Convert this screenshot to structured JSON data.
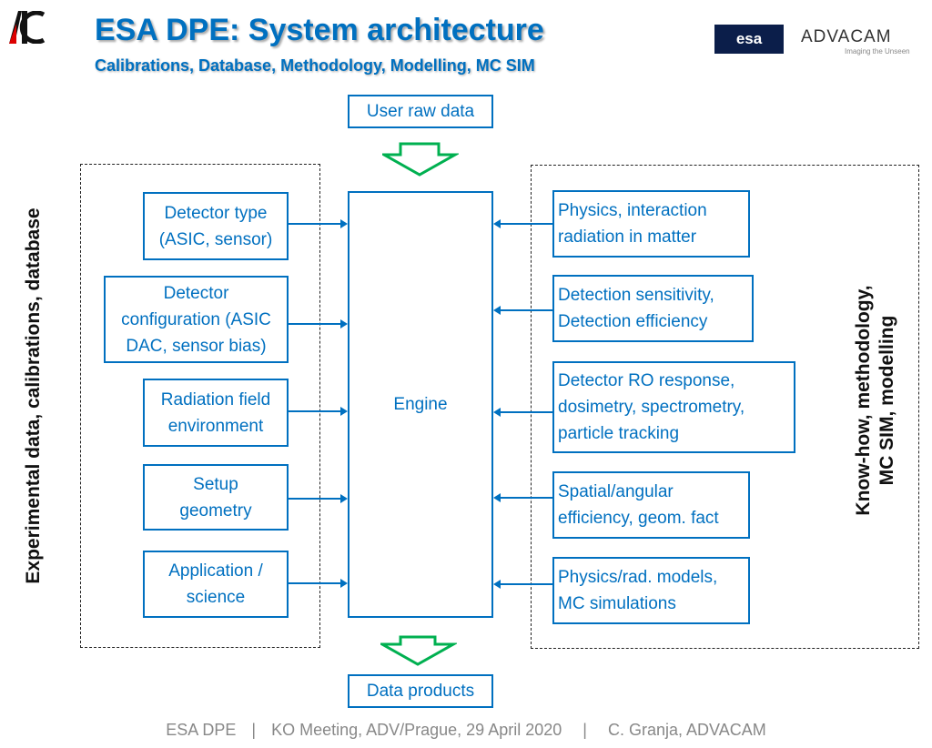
{
  "header": {
    "title": "ESA DPE: System architecture",
    "subtitle": "Calibrations, Database, Methodology, Modelling, MC SIM",
    "logo_left": "AC",
    "logo_esa": "esa",
    "logo_advacam": "ADVACAM",
    "advacam_tagline": "Imaging the Unseen"
  },
  "diagram": {
    "input": "User raw data",
    "engine": "Engine",
    "output": "Data products",
    "left_label": "Experimental data, calibrations, database",
    "right_label": "Know-how, methodology,\nMC SIM, modelling",
    "left_boxes": [
      "Detector type\n(ASIC, sensor)",
      "Detector\nconfiguration (ASIC\nDAC, sensor bias)",
      "Radiation field\nenvironment",
      "Setup\ngeometry",
      "Application /\nscience"
    ],
    "right_boxes": [
      "Physics, interaction\nradiation in matter",
      "Detection sensitivity,\nDetection efficiency",
      "Detector RO response,\ndosimetry, spectrometry,\nparticle tracking",
      "Spatial/angular\nefficiency, geom. fact",
      "Physics/rad. models,\nMC simulations"
    ],
    "colors": {
      "blue": "#0070c0",
      "green": "#00b050"
    }
  },
  "footer": {
    "left": "ESA DPE",
    "middle": "KO Meeting, ADV/Prague, 29 April 2020",
    "right": "C. Granja, ADVACAM"
  }
}
